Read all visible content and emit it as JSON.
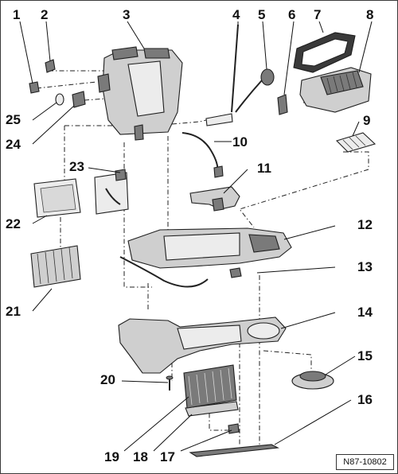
{
  "diagram": {
    "reference": "N87-10802",
    "callouts": [
      "1",
      "2",
      "3",
      "4",
      "5",
      "6",
      "7",
      "8",
      "9",
      "10",
      "11",
      "12",
      "13",
      "14",
      "15",
      "16",
      "17",
      "18",
      "19",
      "20",
      "21",
      "22",
      "23",
      "24",
      "25"
    ]
  }
}
